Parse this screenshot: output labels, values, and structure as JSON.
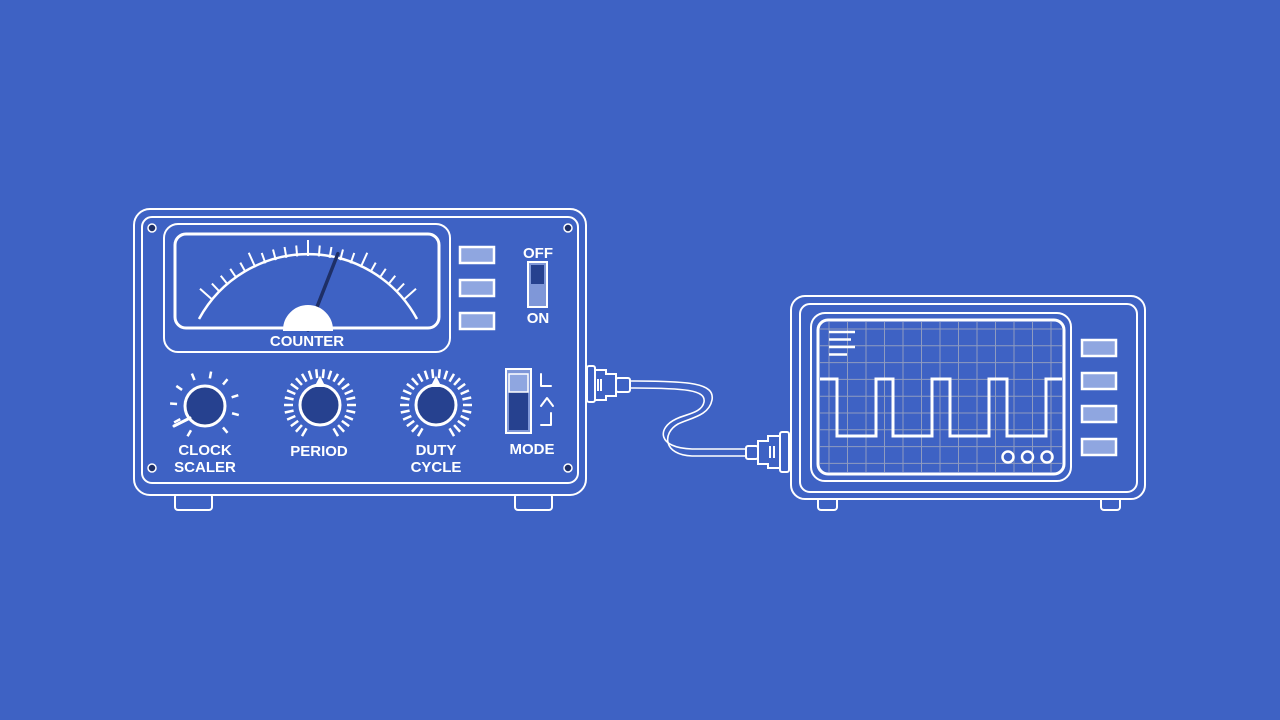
{
  "colors": {
    "background": "#3E62C4",
    "line": "#FFFFFF",
    "panel_fill": "#3E62C4",
    "button_fill": "#8FA6E0",
    "switch_dark": "#26418F",
    "switch_light": "#7F97D8",
    "screw": "#1E2F66",
    "grid": "#8E9BC0"
  },
  "generator": {
    "meter": {
      "label": "COUNTER",
      "needle_fraction": 0.72
    },
    "power_switch": {
      "top_label": "OFF",
      "bottom_label": "ON"
    },
    "mode_switch": {
      "label": "MODE",
      "icons": [
        "ramp-down-icon",
        "triangle-icon",
        "ramp-up-icon"
      ]
    },
    "knobs": [
      {
        "id": "clock",
        "line1": "CLOCK",
        "line2": "SCALER",
        "style": "sparse"
      },
      {
        "id": "period",
        "line1": "PERIOD",
        "line2": "",
        "style": "dense"
      },
      {
        "id": "duty",
        "line1": "DUTY",
        "line2": "CYCLE",
        "style": "dense"
      }
    ],
    "side_buttons": 3
  },
  "oscilloscope": {
    "waveform": "square",
    "side_buttons": 4,
    "indicator_lights": 3,
    "menu_lines": 4
  }
}
